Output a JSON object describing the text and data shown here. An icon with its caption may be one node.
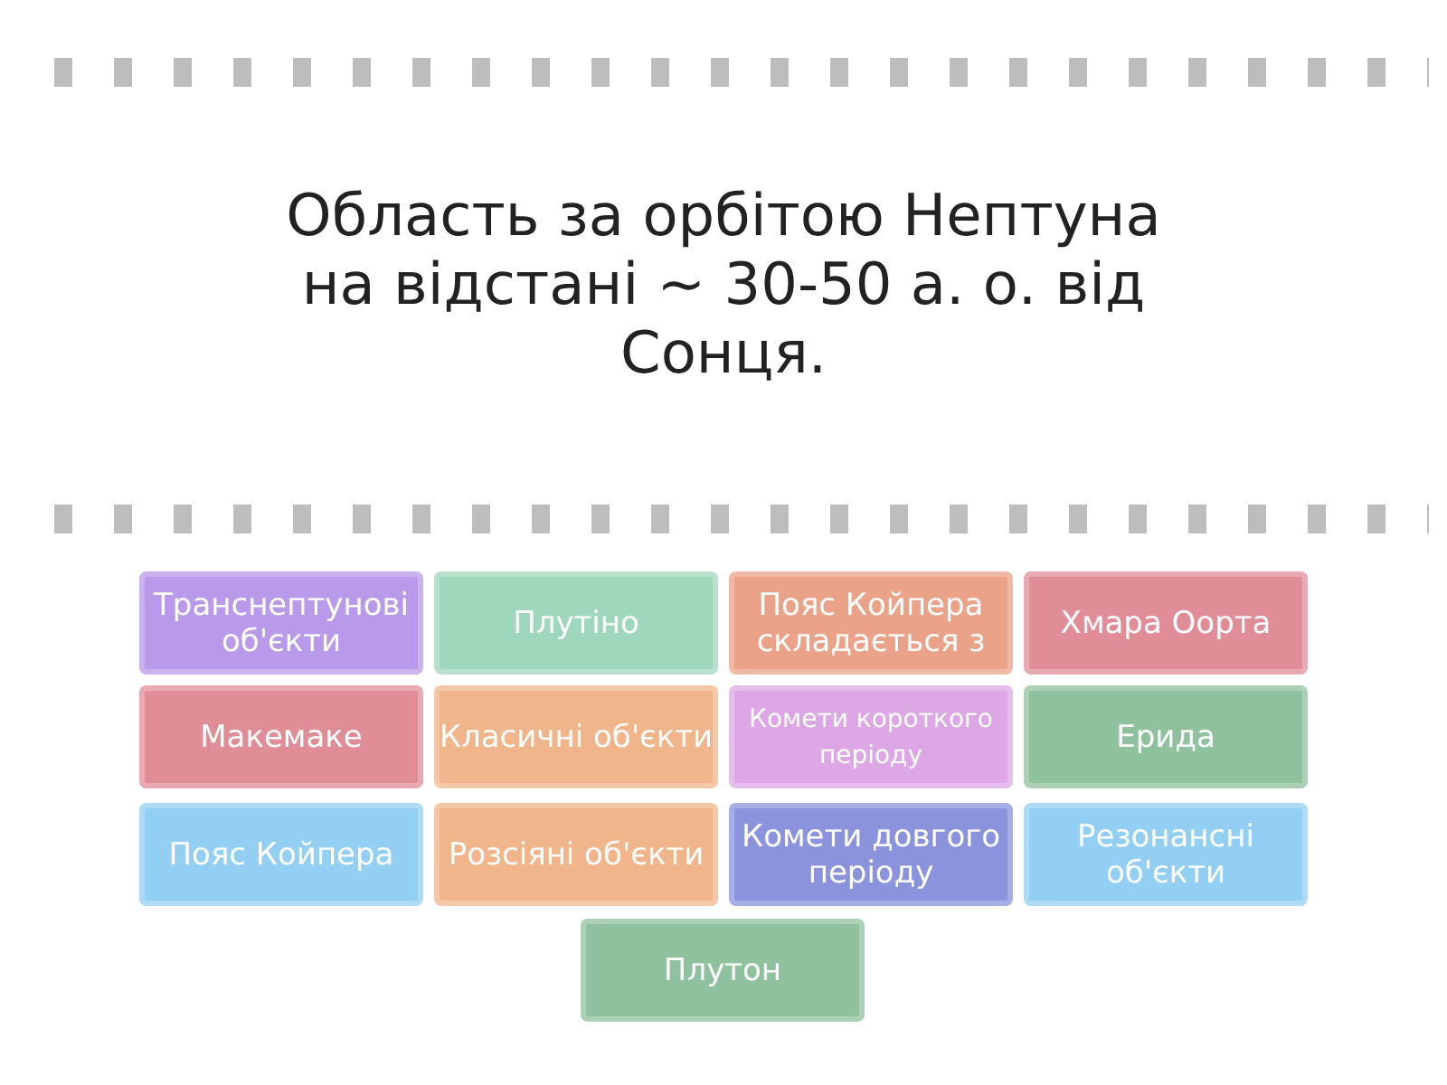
{
  "diagram": {
    "title": "Область за орбітою Нептуна на відстані ~ 30-50 а. о. від Сонця.",
    "nodes": [
      {
        "text": [
          "Транснептунові об'єкти"
        ]
      },
      {
        "text": [
          "Плутіно"
        ]
      },
      {
        "text": [
          "Пояс Койпера складається з"
        ]
      },
      {
        "text": [
          "Хмара Оорта"
        ]
      },
      {
        "text": [
          "Макемаке"
        ]
      },
      {
        "text": [
          "Класичні об'єкти"
        ]
      },
      {
        "text": [
          "Комети короткого періоду"
        ]
      },
      {
        "text": [
          "Ерида"
        ]
      },
      {
        "text": [
          "Пояс Койпера"
        ]
      },
      {
        "text": [
          "Розсіяні об'єкти"
        ]
      },
      {
        "text": [
          "Комети довгого періоду"
        ]
      },
      {
        "text": [
          "Резонансні об'єкти"
        ]
      },
      {
        "text": [
          "Плутон"
        ]
      }
    ]
  }
}
